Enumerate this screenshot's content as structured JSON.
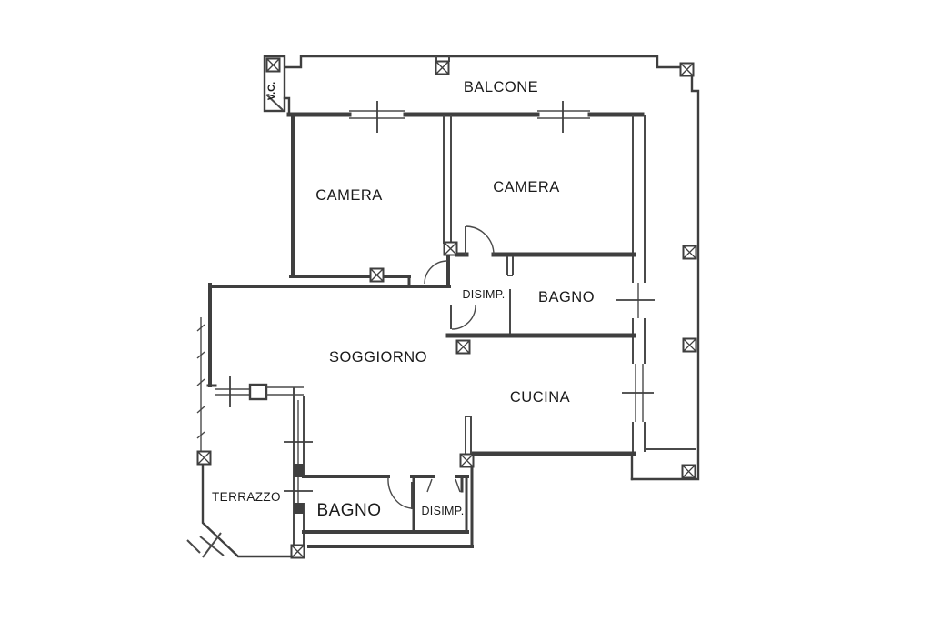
{
  "document": {
    "type": "apartment-floor-plan",
    "background_color": "#ffffff",
    "line_color": "#3f3f3f",
    "text_color": "#1a1a1a"
  },
  "rooms": {
    "balcone": "BALCONE",
    "camera_left": "CAMERA",
    "camera_right": "CAMERA",
    "disimp_upper": "DISIMP.",
    "bagno_upper": "BAGNO",
    "soggiorno": "SOGGIORNO",
    "cucina": "CUCINA",
    "terrazzo": "TERRAZZO",
    "bagno_lower": "BAGNO",
    "disimp_lower": "DISIMP.",
    "vc_shaft": "V.C."
  },
  "symbols": {
    "column": "x-box-column-symbol",
    "window": "window-double-line-with-tick",
    "door": "quarter-circle-door-swing"
  }
}
